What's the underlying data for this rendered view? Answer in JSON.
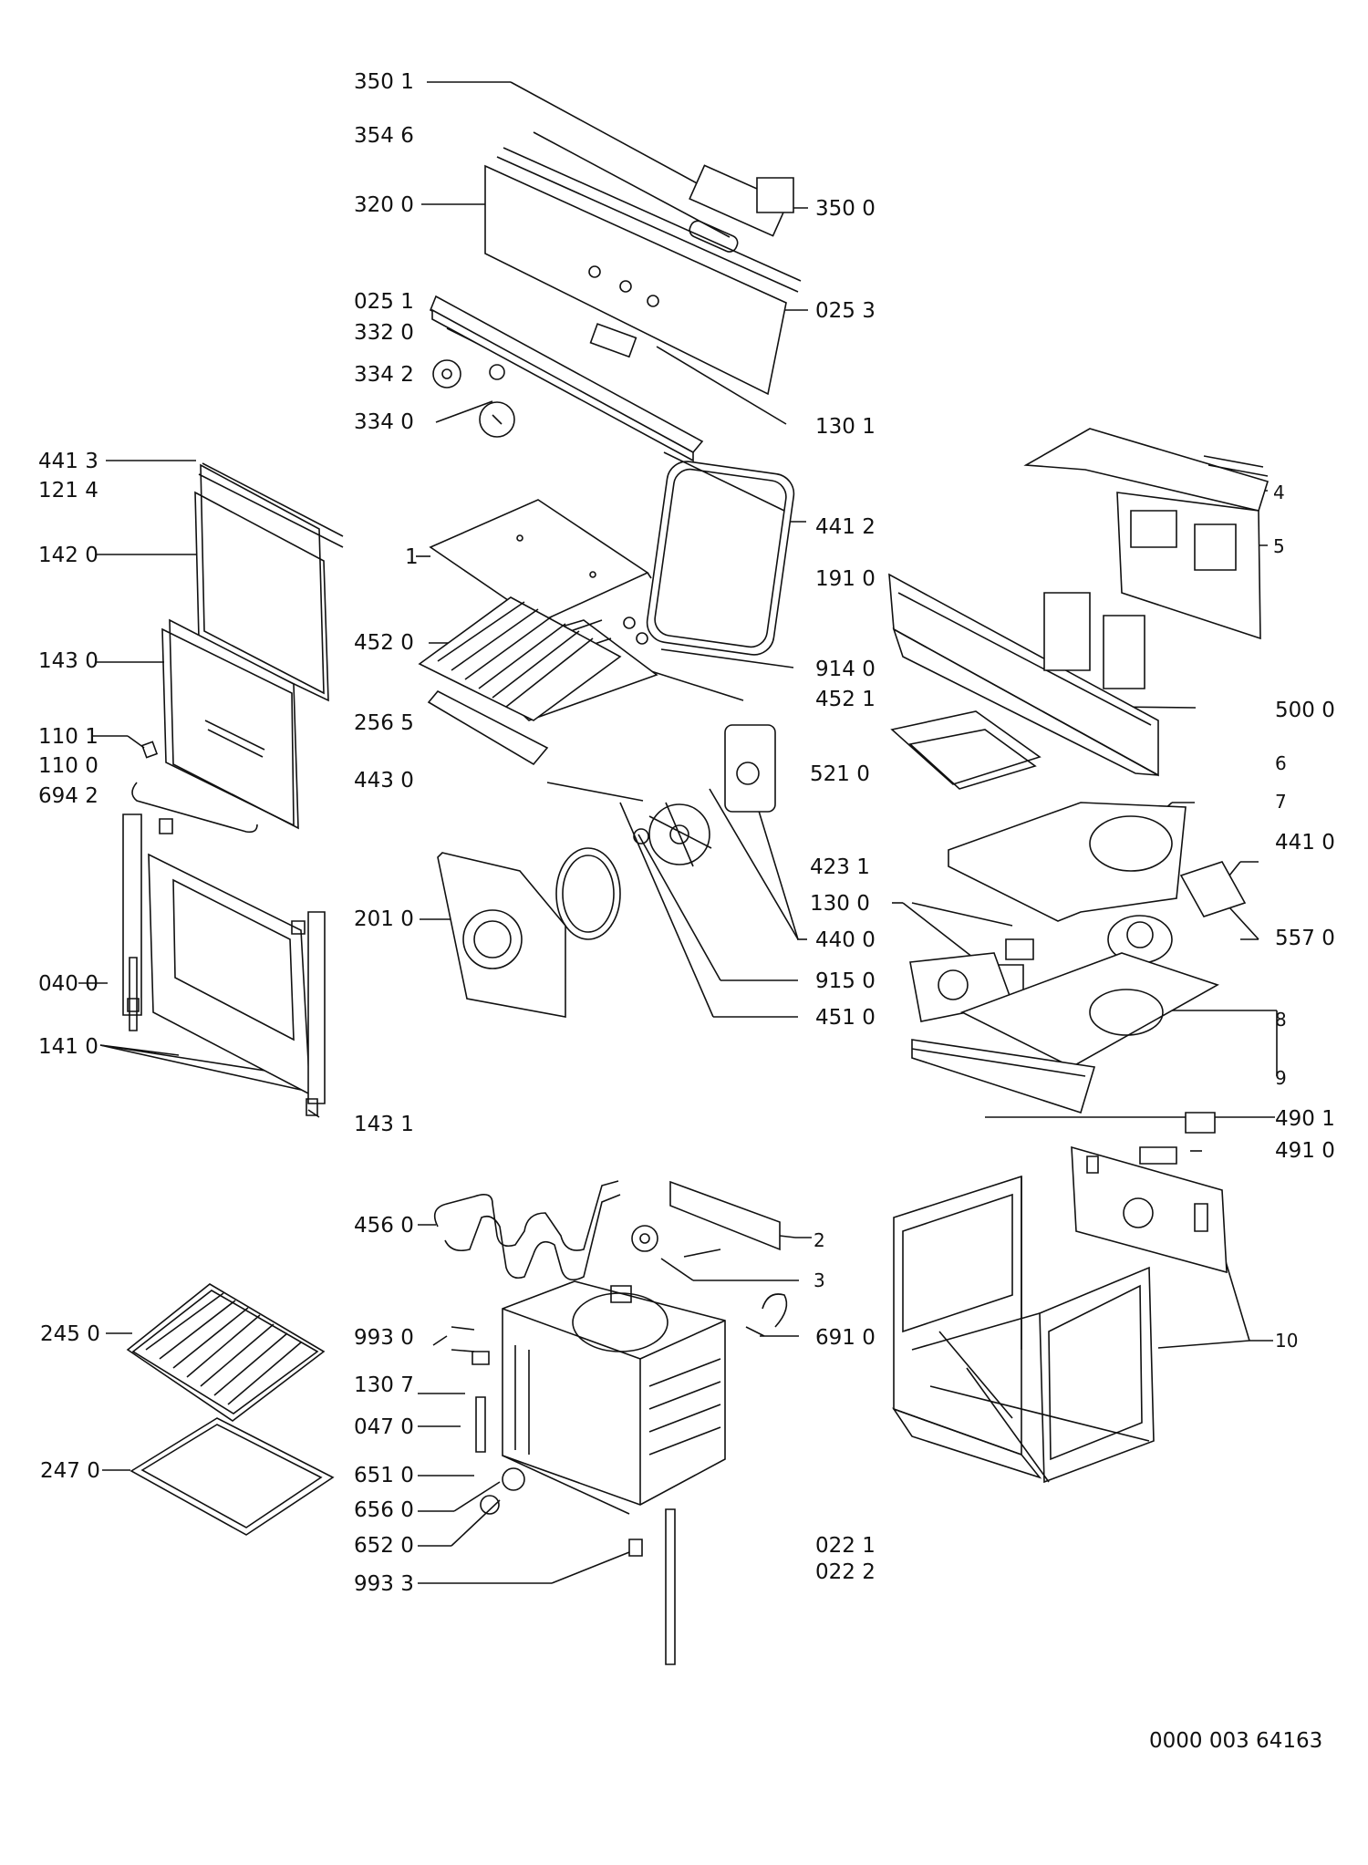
{
  "labels": {
    "l3501": "350 1",
    "l3546": "354 6",
    "l3200": "320 0",
    "l3500": "350 0",
    "l0251": "025 1",
    "l3320": "332 0",
    "l3342": "334 2",
    "l3340": "334 0",
    "l0253": "025 3",
    "l1301": "130 1",
    "l4413": "441 3",
    "l1214": "121 4",
    "l1420": "142 0",
    "l1430": "143 0",
    "l1101": "110 1",
    "l1100": "110 0",
    "l6942": "694 2",
    "l0400": "040 0",
    "l1410": "141 0",
    "l1431": "143 1",
    "l1": "1",
    "l4412": "441 2",
    "l1910": "191 0",
    "l4": "4",
    "l5": "5",
    "l4520": "452 0",
    "l9140": "914 0",
    "l4521": "452 1",
    "l2565": "256 5",
    "l4430": "443 0",
    "l5210": "521 0",
    "l5000": "500 0",
    "l6": "6",
    "l7": "7",
    "l4410": "441 0",
    "l4231": "423 1",
    "l1300": "130 0",
    "l5570": "557 0",
    "l2010": "201 0",
    "l4400": "440 0",
    "l9150": "915 0",
    "l4510": "451 0",
    "l8": "8",
    "l9": "9",
    "l4901": "490 1",
    "l4910": "491 0",
    "l4560": "456 0",
    "l2": "2",
    "l3": "3",
    "l2450": "245 0",
    "l9930": "993 0",
    "l6910": "691 0",
    "l1307": "130 7",
    "l10": "10",
    "l0470": "047 0",
    "l2470": "247 0",
    "l6510": "651 0",
    "l6560": "656 0",
    "l6520": "652 0",
    "l0221": "022 1",
    "l0222": "022 2",
    "l9933": "993 3"
  },
  "document_id": "0000 003 64163"
}
